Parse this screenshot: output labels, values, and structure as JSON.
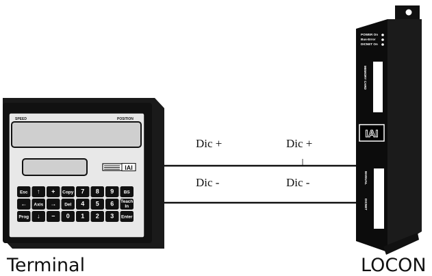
{
  "terminal": {
    "name": "Terminal",
    "display_labels": {
      "speed": "SPEED",
      "position": "POSITION"
    },
    "keys": [
      [
        "Esc",
        "↑",
        "+",
        "Copy",
        "7",
        "8",
        "9",
        "BS"
      ],
      [
        "←",
        "Axis",
        "→",
        "Del",
        "4",
        "5",
        "6",
        "Teach In"
      ],
      [
        "Prog",
        "↓",
        "−",
        "0",
        "1",
        "2",
        "3",
        "Enter"
      ]
    ],
    "logo": "IAI"
  },
  "locon": {
    "name": "LOCON",
    "leds": [
      "POWER On",
      "Bus-Error",
      "DICNET On"
    ],
    "slot1_label": "MEMORY CARD",
    "logo": "IAI",
    "slot2_label": "MANUAL",
    "slot3_label": "DICNET"
  },
  "cables": {
    "top_left": "Dic +",
    "top_right": "Dic +",
    "bottom_left": "Dic -",
    "bottom_right": "Dic -"
  }
}
